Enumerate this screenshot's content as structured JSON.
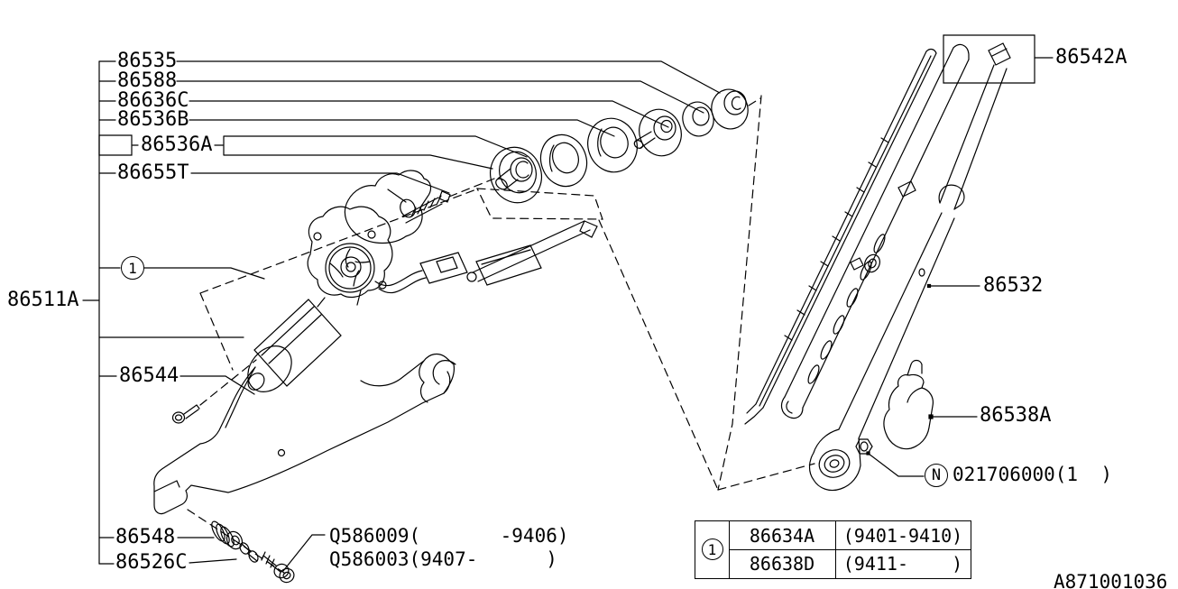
{
  "page": {
    "background": "#ffffff",
    "ink": "#000000"
  },
  "drawing_number": "A871001036",
  "diagram_title": "rear wiper motor and arm exploded parts diagram",
  "parts": {
    "p86535": "86535",
    "p86588": "86588",
    "p86636C": "86636C",
    "p86536B": "86536B",
    "p86536A": "86536A",
    "p86655T": "86655T",
    "p86511A": "86511A",
    "p86544": "86544",
    "p86548": "86548",
    "p86526C": "86526C",
    "pQ586009": "Q586009(       -9406)",
    "pQ586003": "Q586003(9407-      )",
    "p86542A": "86542A",
    "p86532": "86532",
    "p86538A": "86538A",
    "nut_marker": "N",
    "nut_number": "021706000(1  )",
    "item_marker": "1"
  },
  "table": {
    "marker": "1",
    "rows": [
      {
        "part": "86634A",
        "applicability": "(9401-9410)"
      },
      {
        "part": "86638D",
        "applicability": "(9411-    )"
      }
    ]
  }
}
